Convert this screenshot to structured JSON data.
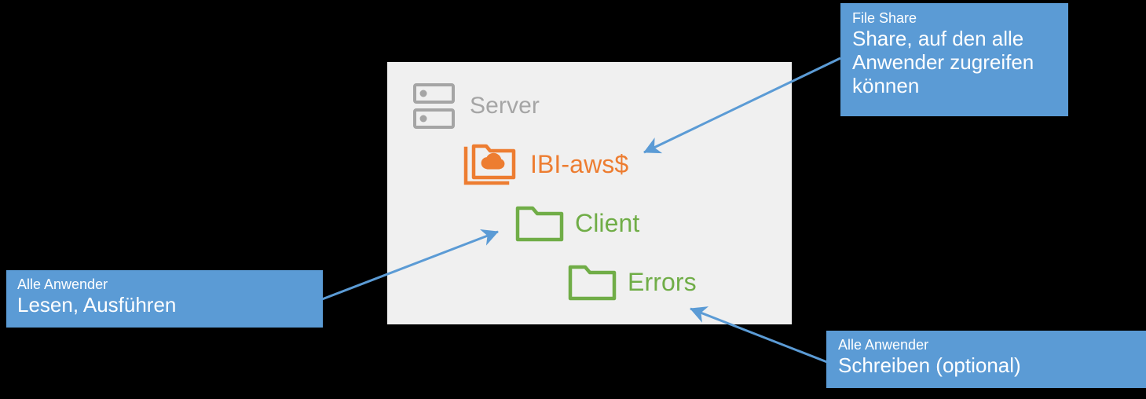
{
  "diagram": {
    "panel": {
      "name": "Server panel",
      "background": "#F0F0F0"
    },
    "nodes": [
      {
        "id": "server",
        "label": "Server",
        "icon": "server-icon",
        "color": "#A5A5A5"
      },
      {
        "id": "share",
        "label": "IBI-aws$",
        "icon": "cloud-folder-icon",
        "color": "#ED7D31"
      },
      {
        "id": "client",
        "label": "Client",
        "icon": "folder-icon",
        "color": "#70AD47"
      },
      {
        "id": "errors",
        "label": "Errors",
        "icon": "folder-icon",
        "color": "#70AD47"
      }
    ],
    "callouts": [
      {
        "id": "file-share",
        "title": "File Share",
        "body": "Share, auf den alle Anwender zugreifen können",
        "color": "#5B9BD5",
        "target": "share"
      },
      {
        "id": "read-exec",
        "title": "Alle Anwender",
        "body": "Lesen, Ausführen",
        "color": "#5B9BD5",
        "target": "client"
      },
      {
        "id": "write",
        "title": "Alle Anwender",
        "body": "Schreiben (optional)",
        "color": "#5B9BD5",
        "target": "errors"
      }
    ],
    "arrow_color": "#5B9BD5",
    "background": "#000000"
  }
}
